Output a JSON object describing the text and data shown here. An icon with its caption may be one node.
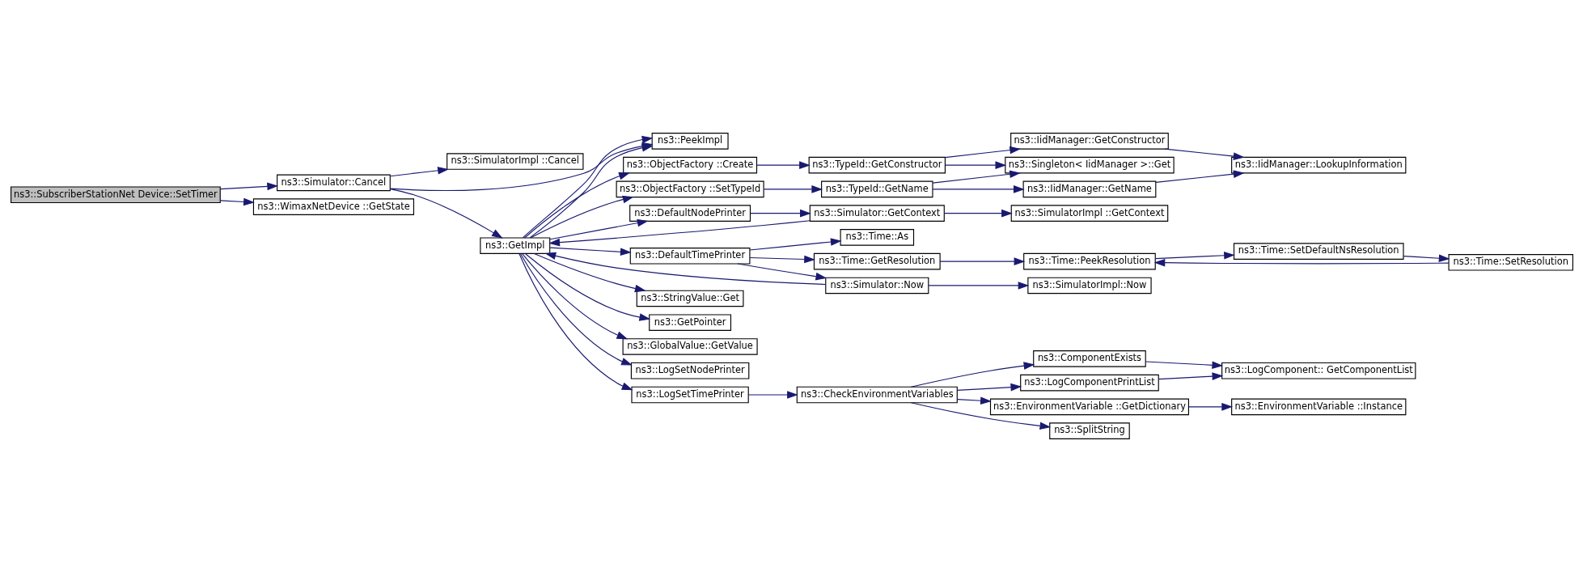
{
  "diagram": {
    "nodes": [
      {
        "text": [
          "ns3::SubscriberStationNet Device::SetTimer"
        ]
      },
      {
        "text": [
          "ns3::Simulator::Cancel"
        ]
      },
      {
        "text": [
          "ns3::WimaxNetDevice ::GetState"
        ]
      },
      {
        "text": [
          "ns3::SimulatorImpl ::Cancel"
        ]
      },
      {
        "text": [
          "ns3::GetImpl"
        ]
      },
      {
        "text": [
          "ns3::PeekImpl"
        ]
      },
      {
        "text": [
          "ns3::ObjectFactory ::Create"
        ]
      },
      {
        "text": [
          "ns3::ObjectFactory ::SetTypeId"
        ]
      },
      {
        "text": [
          "ns3::DefaultNodePrinter"
        ]
      },
      {
        "text": [
          "ns3::DefaultTimePrinter"
        ]
      },
      {
        "text": [
          "ns3::StringValue::Get"
        ]
      },
      {
        "text": [
          "ns3::GetPointer"
        ]
      },
      {
        "text": [
          "ns3::GlobalValue::GetValue"
        ]
      },
      {
        "text": [
          "ns3::LogSetNodePrinter"
        ]
      },
      {
        "text": [
          "ns3::LogSetTimePrinter"
        ]
      },
      {
        "text": [
          "ns3::TypeId::GetConstructor"
        ]
      },
      {
        "text": [
          "ns3::TypeId::GetName"
        ]
      },
      {
        "text": [
          "ns3::Simulator::GetContext"
        ]
      },
      {
        "text": [
          "ns3::Time::As"
        ]
      },
      {
        "text": [
          "ns3::Time::GetResolution"
        ]
      },
      {
        "text": [
          "ns3::Simulator::Now"
        ]
      },
      {
        "text": [
          "ns3::CheckEnvironmentVariables"
        ]
      },
      {
        "text": [
          "ns3::IidManager::GetConstructor"
        ]
      },
      {
        "text": [
          "ns3::Singleton< IidManager >::Get"
        ]
      },
      {
        "text": [
          "ns3::IidManager::GetName"
        ]
      },
      {
        "text": [
          "ns3::SimulatorImpl ::GetContext"
        ]
      },
      {
        "text": [
          "ns3::Time::PeekResolution"
        ]
      },
      {
        "text": [
          "ns3::SimulatorImpl::Now"
        ]
      },
      {
        "text": [
          "ns3::ComponentExists"
        ]
      },
      {
        "text": [
          "ns3::LogComponentPrintList"
        ]
      },
      {
        "text": [
          "ns3::EnvironmentVariable ::GetDictionary"
        ]
      },
      {
        "text": [
          "ns3::SplitString"
        ]
      },
      {
        "text": [
          "ns3::IidManager::LookupInformation"
        ]
      },
      {
        "text": [
          "ns3::Time::SetDefaultNsResolution"
        ]
      },
      {
        "text": [
          "ns3::Time::SetResolution"
        ]
      },
      {
        "text": [
          "ns3::LogComponent:: GetComponentList"
        ]
      },
      {
        "text": [
          "ns3::EnvironmentVariable ::Instance"
        ]
      }
    ],
    "edges": [
      {
        "from": 0,
        "to": 1,
        "arrow": "to"
      },
      {
        "from": 0,
        "to": 2,
        "arrow": "to"
      },
      {
        "from": 1,
        "to": 3,
        "arrow": "to"
      },
      {
        "from": 1,
        "to": 4,
        "arrow": "to"
      },
      {
        "from": 1,
        "to": 5,
        "arrow": "to"
      },
      {
        "from": 4,
        "to": 6,
        "arrow": "to"
      },
      {
        "from": 4,
        "to": 7,
        "arrow": "to"
      },
      {
        "from": 4,
        "to": 8,
        "arrow": "to"
      },
      {
        "from": 4,
        "to": 9,
        "arrow": "to"
      },
      {
        "from": 4,
        "to": 10,
        "arrow": "to"
      },
      {
        "from": 4,
        "to": 11,
        "arrow": "to"
      },
      {
        "from": 4,
        "to": 12,
        "arrow": "to"
      },
      {
        "from": 4,
        "to": 13,
        "arrow": "to"
      },
      {
        "from": 4,
        "to": 14,
        "arrow": "to"
      },
      {
        "from": 4,
        "to": 5,
        "arrow": "to"
      },
      {
        "from": 4,
        "to": 5,
        "arrow": "to"
      },
      {
        "from": 6,
        "to": 15,
        "arrow": "to"
      },
      {
        "from": 7,
        "to": 16,
        "arrow": "to"
      },
      {
        "from": 8,
        "to": 17,
        "arrow": "to"
      },
      {
        "from": 17,
        "to": 4,
        "arrow": "to"
      },
      {
        "from": 9,
        "to": 18,
        "arrow": "to"
      },
      {
        "from": 9,
        "to": 19,
        "arrow": "to"
      },
      {
        "from": 9,
        "to": 20,
        "arrow": "to"
      },
      {
        "from": 20,
        "to": 4,
        "arrow": "to"
      },
      {
        "from": 14,
        "to": 21,
        "arrow": "to"
      },
      {
        "from": 15,
        "to": 22,
        "arrow": "to"
      },
      {
        "from": 15,
        "to": 23,
        "arrow": "to"
      },
      {
        "from": 16,
        "to": 23,
        "arrow": "to"
      },
      {
        "from": 16,
        "to": 24,
        "arrow": "to"
      },
      {
        "from": 17,
        "to": 25,
        "arrow": "to"
      },
      {
        "from": 19,
        "to": 26,
        "arrow": "to"
      },
      {
        "from": 20,
        "to": 27,
        "arrow": "to"
      },
      {
        "from": 21,
        "to": 28,
        "arrow": "to"
      },
      {
        "from": 21,
        "to": 29,
        "arrow": "to"
      },
      {
        "from": 21,
        "to": 30,
        "arrow": "to"
      },
      {
        "from": 21,
        "to": 31,
        "arrow": "to"
      },
      {
        "from": 22,
        "to": 32,
        "arrow": "to"
      },
      {
        "from": 24,
        "to": 32,
        "arrow": "to"
      },
      {
        "from": 26,
        "to": 33,
        "arrow": "to"
      },
      {
        "from": 33,
        "to": 34,
        "arrow": "to"
      },
      {
        "from": 34,
        "to": 26,
        "arrow": "to"
      },
      {
        "from": 28,
        "to": 35,
        "arrow": "to"
      },
      {
        "from": 29,
        "to": 35,
        "arrow": "to"
      },
      {
        "from": 30,
        "to": 36,
        "arrow": "to"
      }
    ]
  }
}
